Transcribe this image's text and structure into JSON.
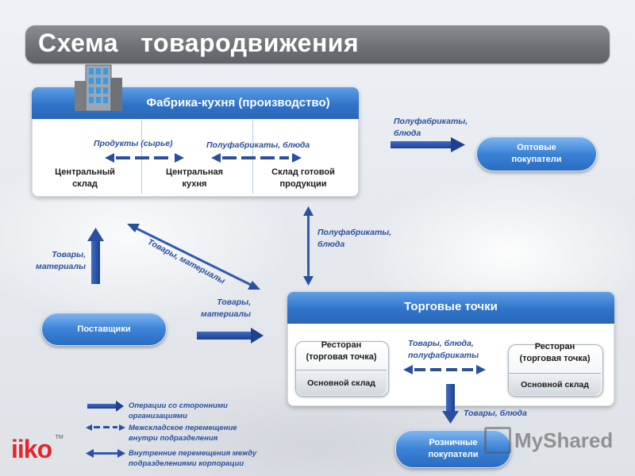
{
  "title": "Схема   товародвижения",
  "factory": {
    "header": "Фабрика-кухня (производство)",
    "sections": [
      "Центральный\nсклад",
      "Центральная\nкухня",
      "Склад готовой\nпродукции"
    ],
    "flow_products": "Продукты (сырье)",
    "flow_semi": "Полуфабрикаты, блюда"
  },
  "wholesale": {
    "flow_label": "Полуфабрикаты,\nблюда",
    "button": "Оптовые\nпокупатели"
  },
  "factory_to_retail_label": "Полуфабрикаты,\nблюда",
  "suppliers": {
    "button": "Поставщики",
    "up_label": "Товары,\nматериалы",
    "diag_label": "Товары, материалы",
    "right_label": "Товары,\nматериалы"
  },
  "retail": {
    "header": "Торговые точки",
    "left_store": {
      "title": "Ресторан\n(торговая точка)",
      "foot": "Основной склад"
    },
    "right_store": {
      "title": "Ресторан\n(торговая точка)",
      "foot": "Основной склад"
    },
    "between_label": "Товары, блюда,\nполуфабрикаты",
    "down_label": "Товары, блюда"
  },
  "retail_buyers": {
    "button": "Розничные\nпокупатели"
  },
  "legend": [
    "Операции со сторонними\nорганизациями",
    "Межскладское перемещение\nвнутри подразделения",
    "Внутренние перемещения между\nподразделениями корпорации"
  ],
  "logo": {
    "text": "iiko",
    "tm": "TM"
  },
  "watermark": "MyShared",
  "colors": {
    "blue_dark": "#2a4fa0",
    "blue_light": "#3b82d6",
    "logo_red": "#e2262a"
  }
}
